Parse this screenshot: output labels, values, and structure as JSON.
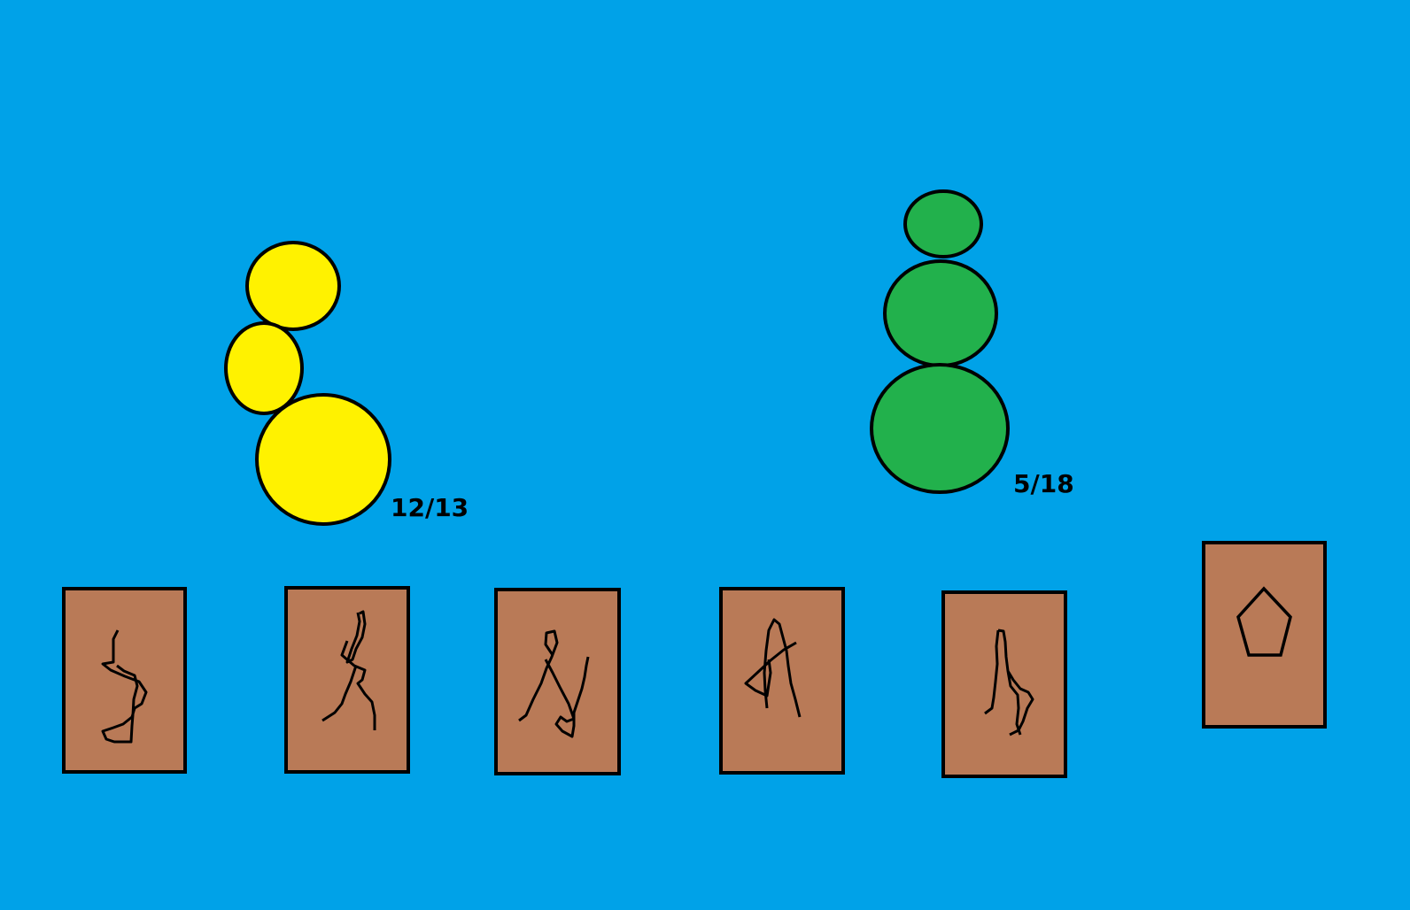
{
  "colors": {
    "background": "#00a2e8",
    "player_creature": "#fff200",
    "enemy_creature": "#22b14c",
    "card": "#b97a57",
    "outline": "#000000"
  },
  "player": {
    "name": "yellow-creature",
    "hp_text": "12/13",
    "hp_current": 12,
    "hp_max": 13
  },
  "enemy": {
    "name": "green-creature",
    "hp_text": "5/18",
    "hp_current": 5,
    "hp_max": 18
  },
  "hand": [
    {
      "id": "card-1",
      "glyph": "scribble-glyph"
    },
    {
      "id": "card-2",
      "glyph": "scribble-glyph"
    },
    {
      "id": "card-3",
      "glyph": "scribble-glyph"
    },
    {
      "id": "card-4",
      "glyph": "scribble-glyph"
    },
    {
      "id": "card-5",
      "glyph": "scribble-glyph"
    }
  ],
  "special_card": {
    "id": "card-6",
    "glyph": "pentagon-icon"
  }
}
